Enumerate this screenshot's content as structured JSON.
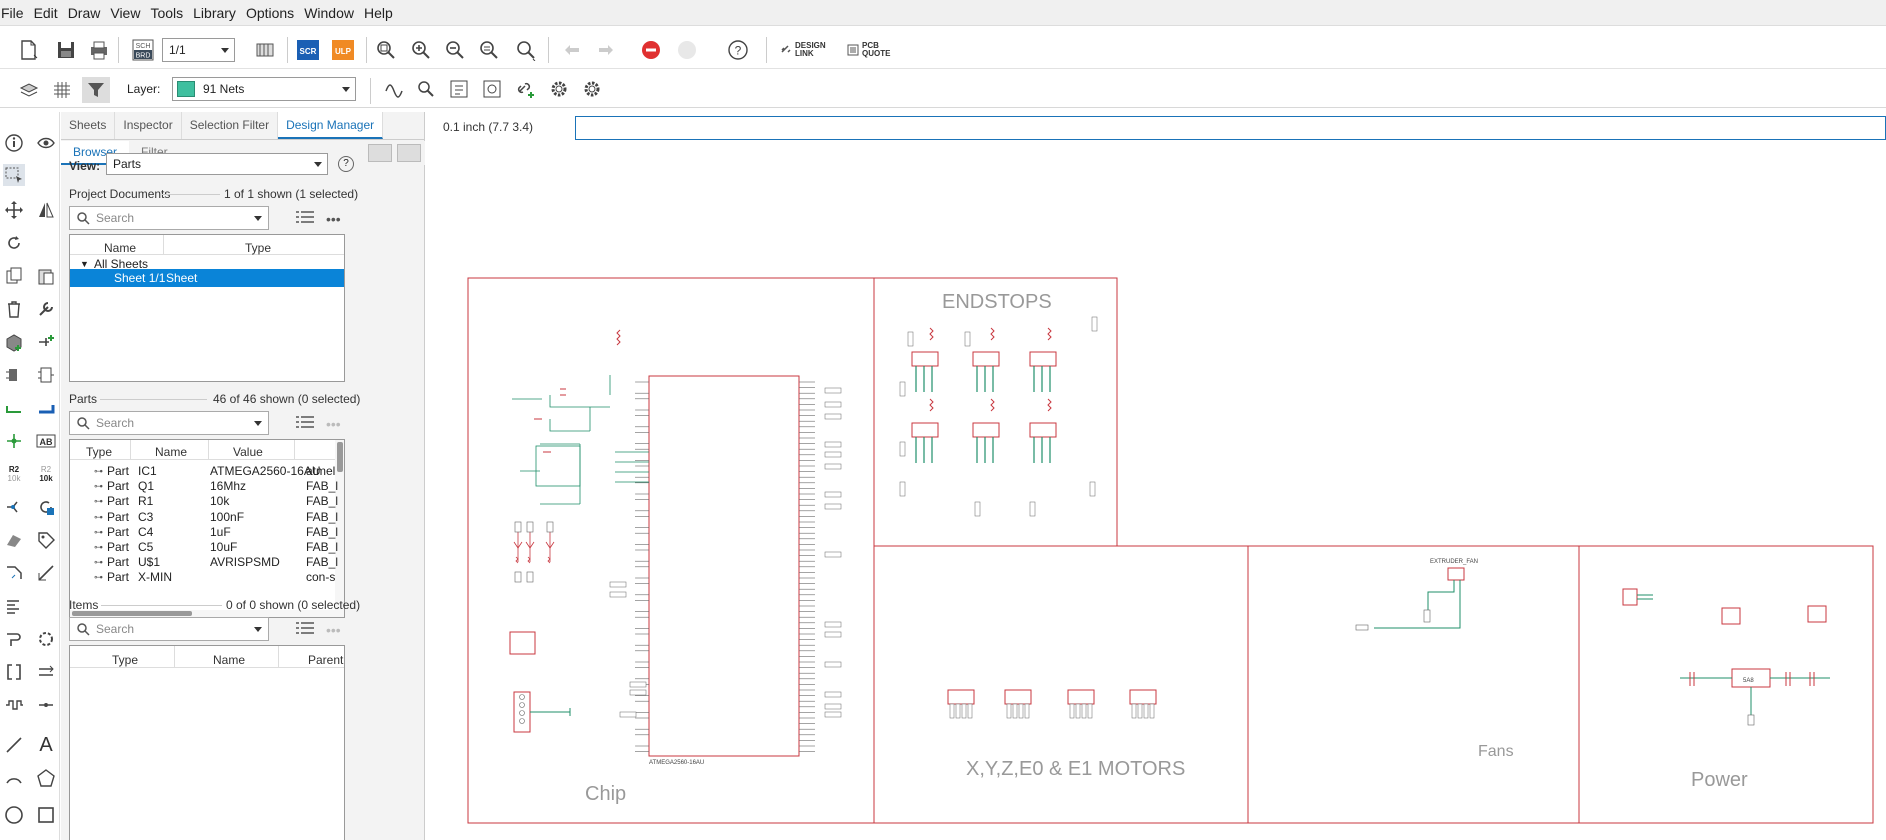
{
  "menu": [
    "File",
    "Edit",
    "Draw",
    "View",
    "Tools",
    "Library",
    "Options",
    "Window",
    "Help"
  ],
  "toolbar": {
    "sheet_value": "1/1",
    "brd_label": "SCH BRD",
    "scr_label": "SCR",
    "ulp_label": "ULP",
    "help_label": "?",
    "design_link_line1": "DESIGN",
    "design_link_line2": "LINK",
    "pcb_quote_line1": "PCB",
    "pcb_quote_line2": "QUOTE"
  },
  "layer": {
    "label": "Layer:",
    "value": "91 Nets",
    "color": "#3fbf9f"
  },
  "lefttools": {
    "r2_a_top": "R2",
    "r2_a_bottom": "10k",
    "r2_b_top": "R2",
    "r2_b_bottom": "10k",
    "abc": "AB",
    "text_icon": "A"
  },
  "panel": {
    "tabs": [
      "Sheets",
      "Inspector",
      "Selection Filter",
      "Design Manager"
    ],
    "subtabs": [
      "Browser",
      "Filter"
    ],
    "view_label": "View:",
    "view_value": "Parts",
    "project_docs": {
      "title": "Project Documents",
      "count": "1 of 1 shown (1 selected)",
      "search_placeholder": "Search",
      "columns": [
        "Name",
        "Type"
      ],
      "tree_root": "All Sheets",
      "selected_row_name": "Sheet 1/1",
      "selected_row_type": "Sheet"
    },
    "parts": {
      "title": "Parts",
      "count": "46 of 46 shown (0 selected)",
      "search_placeholder": "Search",
      "columns": [
        "Type",
        "Name",
        "Value"
      ],
      "rows": [
        {
          "type": "Part",
          "name": "IC1",
          "value": "ATMEGA2560-16AU",
          "lib": "atmel"
        },
        {
          "type": "Part",
          "name": "Q1",
          "value": "16Mhz",
          "lib": "FAB_l"
        },
        {
          "type": "Part",
          "name": "R1",
          "value": "10k",
          "lib": "FAB_l"
        },
        {
          "type": "Part",
          "name": "C3",
          "value": "100nF",
          "lib": "FAB_l"
        },
        {
          "type": "Part",
          "name": "C4",
          "value": "1uF",
          "lib": "FAB_l"
        },
        {
          "type": "Part",
          "name": "C5",
          "value": "10uF",
          "lib": "FAB_l"
        },
        {
          "type": "Part",
          "name": "U$1",
          "value": "AVRISPSMD",
          "lib": "FAB_l"
        },
        {
          "type": "Part",
          "name": "X-MIN",
          "value": "",
          "lib": "con-s"
        }
      ]
    },
    "items": {
      "title": "Items",
      "count": "0 of 0 shown (0 selected)",
      "search_placeholder": "Search",
      "columns": [
        "Type",
        "Name",
        "Parent"
      ]
    }
  },
  "canvas": {
    "coord": "0.1 inch (7.7 3.4)",
    "cmd_value": "",
    "frame_titles": {
      "endstops": "ENDSTOPS",
      "chip": "Chip",
      "motors": "X,Y,Z,E0 & E1 MOTORS",
      "fans": "Fans",
      "power": "Power"
    },
    "chip_label": "ATMEGA2560-16AU",
    "extruder_fan": "EXTRUDER_FAN",
    "ic_label": "5A8",
    "colors": {
      "frame": "#c8373f",
      "wire": "#1f8f6a",
      "accent": "#1a73b8",
      "selection": "#0a84d8"
    }
  }
}
